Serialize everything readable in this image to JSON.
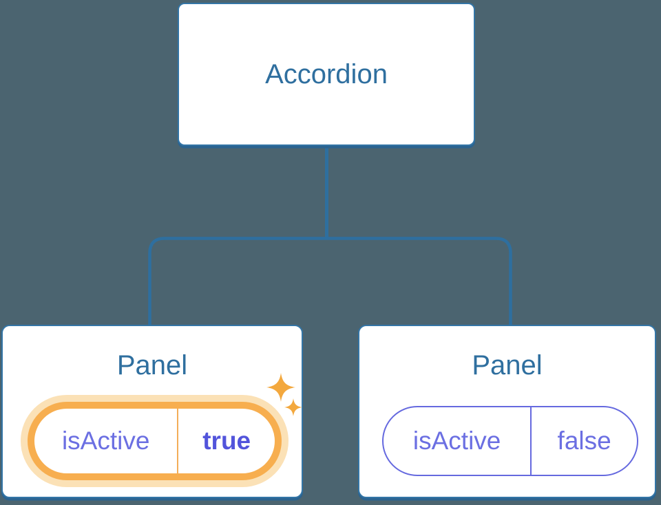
{
  "tree": {
    "root": {
      "label": "Accordion"
    },
    "children": [
      {
        "title": "Panel",
        "prop_name": "isActive",
        "prop_value": "true",
        "highlighted": true
      },
      {
        "title": "Panel",
        "prop_name": "isActive",
        "prop_value": "false",
        "highlighted": false
      }
    ]
  },
  "icons": {
    "sparkles": "four-point-star-sparkles"
  },
  "colors": {
    "background": "#4B6470",
    "node_fill": "#FFFFFF",
    "node_border": "#3375A6",
    "node_shadow": "#2B6390",
    "node_text": "#2F6F9F",
    "connector": "#2E6F9F",
    "prop_text": "#6B6FE2",
    "prop_value_active": "#5254DB",
    "pill_border_active": "#F7AE4F",
    "pill_glow_active": "#FBE1B6",
    "pill_divider_active": "#F3AD58",
    "pill_border_inactive": "#6569DF",
    "sparkle": "#F3A83E"
  }
}
